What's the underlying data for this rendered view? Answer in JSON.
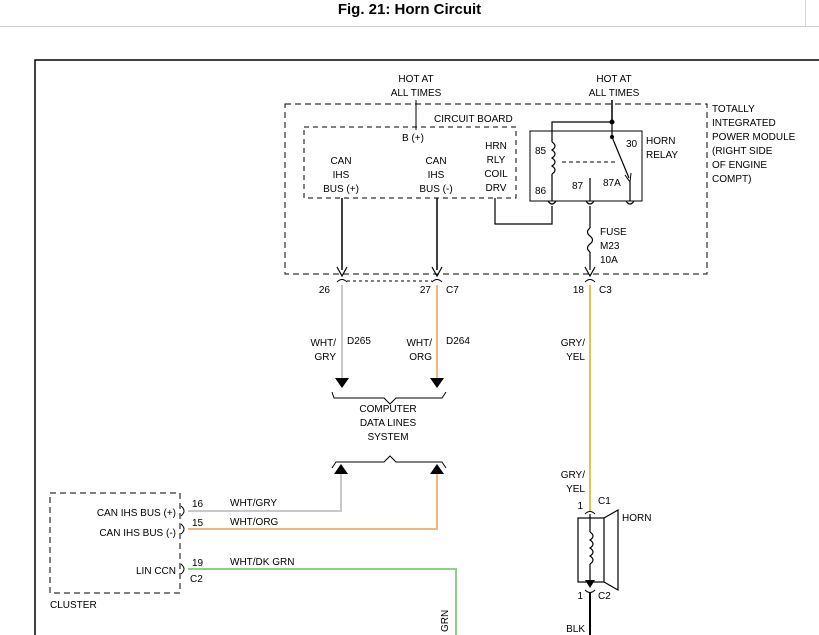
{
  "figure": {
    "title": "Fig. 21: Horn Circuit"
  },
  "power": {
    "hot_left": [
      "HOT AT",
      "ALL TIMES"
    ],
    "hot_right": [
      "HOT AT",
      "ALL TIMES"
    ]
  },
  "module": {
    "label": [
      "TOTALLY",
      "INTEGRATED",
      "POWER MODULE",
      "(RIGHT SIDE",
      "OF ENGINE",
      "COMPT)"
    ],
    "circuit_board": "CIRCUIT BOARD",
    "b_plus": "B (+)",
    "can_bus_plus": [
      "CAN",
      "IHS",
      "BUS (+)"
    ],
    "can_bus_minus": [
      "CAN",
      "IHS",
      "BUS (-)"
    ],
    "hrn_rly_coil": [
      "HRN",
      "RLY",
      "COIL",
      "DRV"
    ]
  },
  "relay": {
    "label": [
      "HORN",
      "RELAY"
    ],
    "pin_85": "85",
    "pin_86": "86",
    "pin_30": "30",
    "pin_87": "87",
    "pin_87a": "87A"
  },
  "fuse": {
    "label": [
      "FUSE",
      "M23",
      "10A"
    ]
  },
  "connectors": {
    "pin_26": "26",
    "pin_27": "27",
    "c7": "C7",
    "pin_18": "18",
    "c3": "C3",
    "horn_pin_1_top": "1",
    "horn_c1": "C1",
    "horn_pin_1_bottom": "1",
    "horn_c2": "C2"
  },
  "wires": {
    "d265_color": [
      "WHT/",
      "GRY"
    ],
    "d265_id": "D265",
    "d264_color": [
      "WHT/",
      "ORG"
    ],
    "d264_id": "D264",
    "horn_feed": [
      "GRY/",
      "YEL"
    ],
    "horn_feed_2": [
      "GRY/",
      "YEL"
    ],
    "cluster_16": "WHT/GRY",
    "cluster_15": "WHT/ORG",
    "cluster_19": "WHT/DK GRN",
    "ground": "BLK",
    "grn_partial": "GRN"
  },
  "data_lines": {
    "label": [
      "COMPUTER",
      "DATA LINES",
      "SYSTEM"
    ]
  },
  "horn": {
    "label": "HORN"
  },
  "cluster": {
    "label": "CLUSTER",
    "can_plus": "CAN IHS BUS (+)",
    "can_minus": "CAN IHS BUS (-)",
    "lin": "LIN CCN",
    "pin_16": "16",
    "pin_15": "15",
    "pin_19": "19",
    "c2": "C2"
  },
  "colors": {
    "wire_gray": "#c8c8c8",
    "wire_orange": "#f0b77a",
    "wire_yellow": "#e3c34a",
    "wire_green": "#8ecf8e"
  }
}
